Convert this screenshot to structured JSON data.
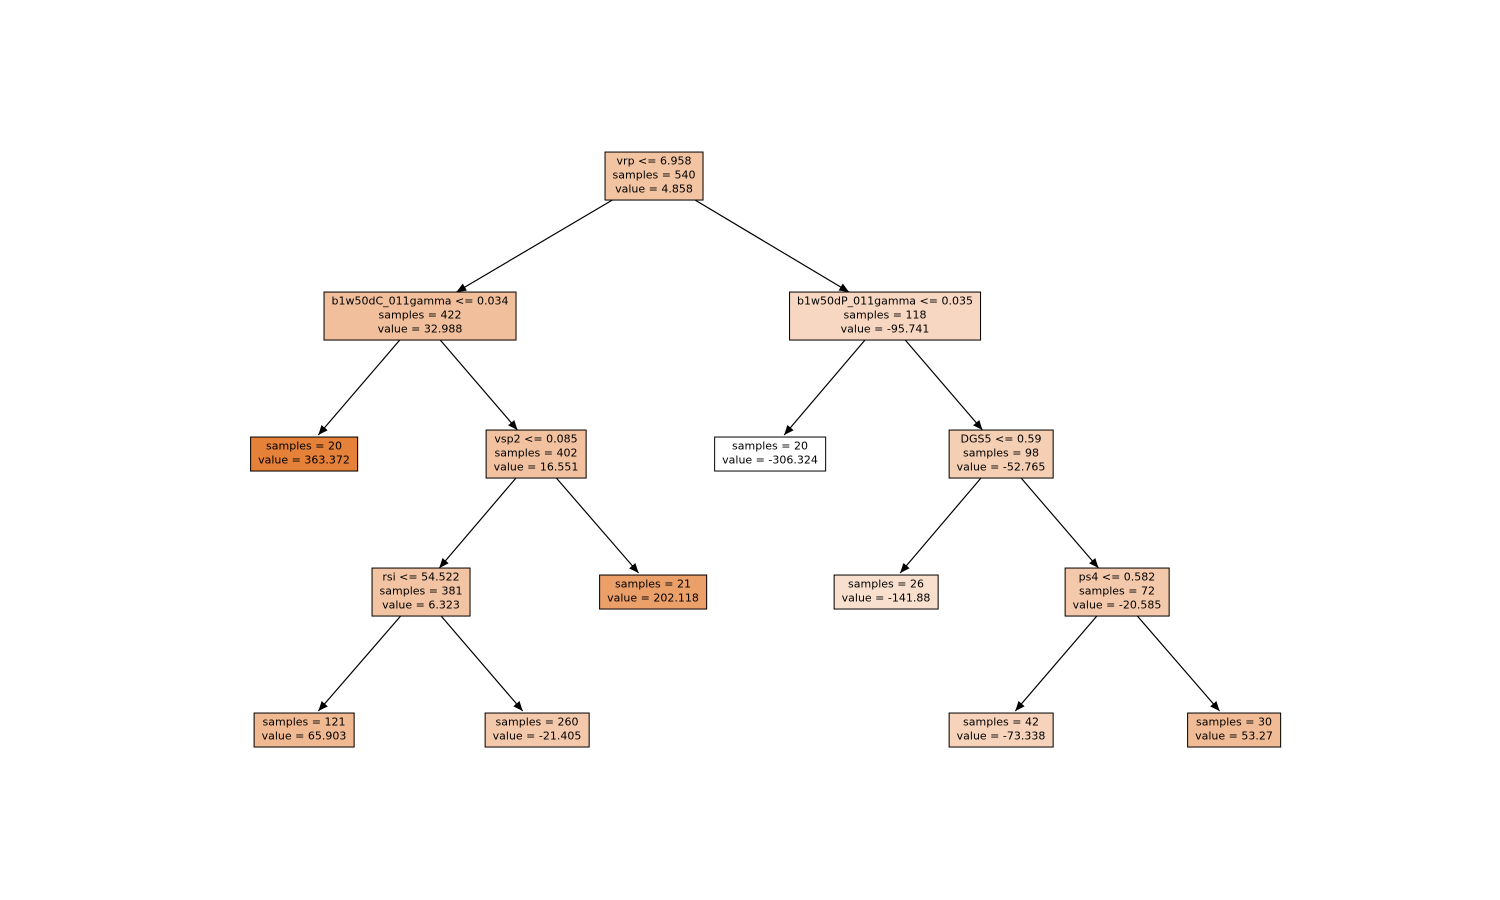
{
  "figure": {
    "background_color": "#ffffff",
    "node_border_color": "#000000",
    "edge_color": "#000000",
    "text_color": "#000000"
  },
  "tree": {
    "type": "decision-tree",
    "nodes": {
      "root": {
        "condition": "vrp <= 6.958",
        "samples": "samples = 540",
        "value": "value = 4.858",
        "fill": "#f2c4a2"
      },
      "l": {
        "condition": "b1w50dC_011gamma <= 0.034",
        "samples": "samples = 422",
        "value": "value = 32.988",
        "fill": "#f1bf9b"
      },
      "r": {
        "condition": "b1w50dP_011gamma <= 0.035",
        "samples": "samples = 118",
        "value": "value = -95.741",
        "fill": "#f7d7c1"
      },
      "ll": {
        "samples": "samples = 20",
        "value": "value = 363.372",
        "fill": "#e58139"
      },
      "lr": {
        "condition": "vsp2 <= 0.085",
        "samples": "samples = 402",
        "value": "value = 16.551",
        "fill": "#f2c2a0"
      },
      "rl": {
        "samples": "samples = 20",
        "value": "value = -306.324",
        "fill": "#ffffff"
      },
      "rr": {
        "condition": "DGS5 <= 0.59",
        "samples": "samples = 98",
        "value": "value = -52.765",
        "fill": "#f5cfb4"
      },
      "lrl": {
        "condition": "rsi <= 54.522",
        "samples": "samples = 381",
        "value": "value = 6.323",
        "fill": "#f3c4a3"
      },
      "lrr": {
        "samples": "samples = 21",
        "value": "value = 202.118",
        "fill": "#eb9f69"
      },
      "rrl": {
        "samples": "samples = 26",
        "value": "value = -141.88",
        "fill": "#f9e0ce"
      },
      "rrr": {
        "condition": "ps4 <= 0.582",
        "samples": "samples = 72",
        "value": "value = -20.585",
        "fill": "#f4c9ab"
      },
      "lrll": {
        "samples": "samples = 121",
        "value": "value = 65.903",
        "fill": "#f0b991"
      },
      "lrlr": {
        "samples": "samples = 260",
        "value": "value = -21.405",
        "fill": "#f4c9ab"
      },
      "rrrl": {
        "samples": "samples = 42",
        "value": "value = -73.338",
        "fill": "#f6d3ba"
      },
      "rrrr": {
        "samples": "samples = 30",
        "value": "value = 53.27",
        "fill": "#f1bb95"
      }
    }
  }
}
